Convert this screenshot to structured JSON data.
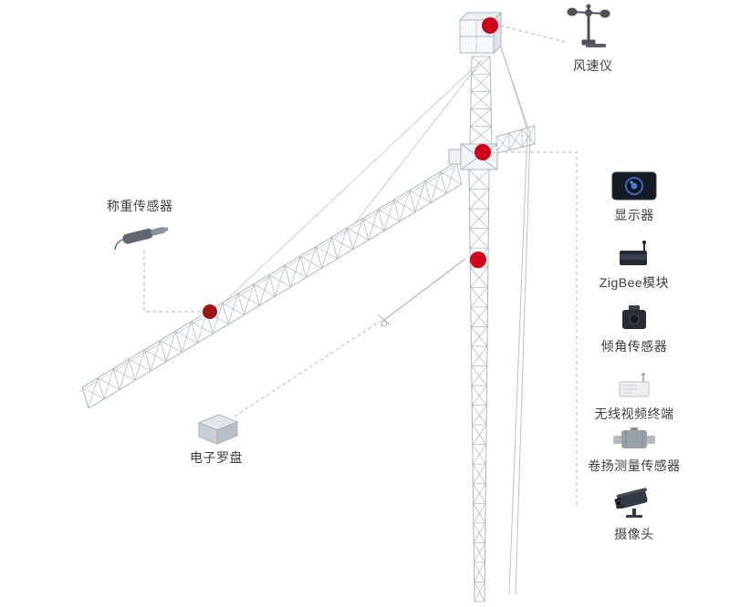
{
  "diagram": {
    "left_labels": {
      "weighing_sensor": "称重传感器",
      "electronic_compass": "电子罗盘"
    },
    "anemometer_label": "风速仪",
    "right_panel": {
      "items": [
        {
          "label": "显示器",
          "icon": "monitor-icon"
        },
        {
          "label": "ZigBee模块",
          "icon": "zigbee-module-icon"
        },
        {
          "label": "倾角传感器",
          "icon": "tilt-sensor-icon"
        },
        {
          "label": "无线视频终端",
          "icon": "wireless-video-terminal-icon"
        },
        {
          "label": "卷扬测量传感器",
          "icon": "hoist-measure-sensor-icon"
        },
        {
          "label": "摄像头",
          "icon": "camera-icon"
        }
      ]
    },
    "colors": {
      "marker_red": "#d0021b",
      "marker_dark_red": "#9b1313",
      "crane_line": "#a9b5c1"
    }
  }
}
